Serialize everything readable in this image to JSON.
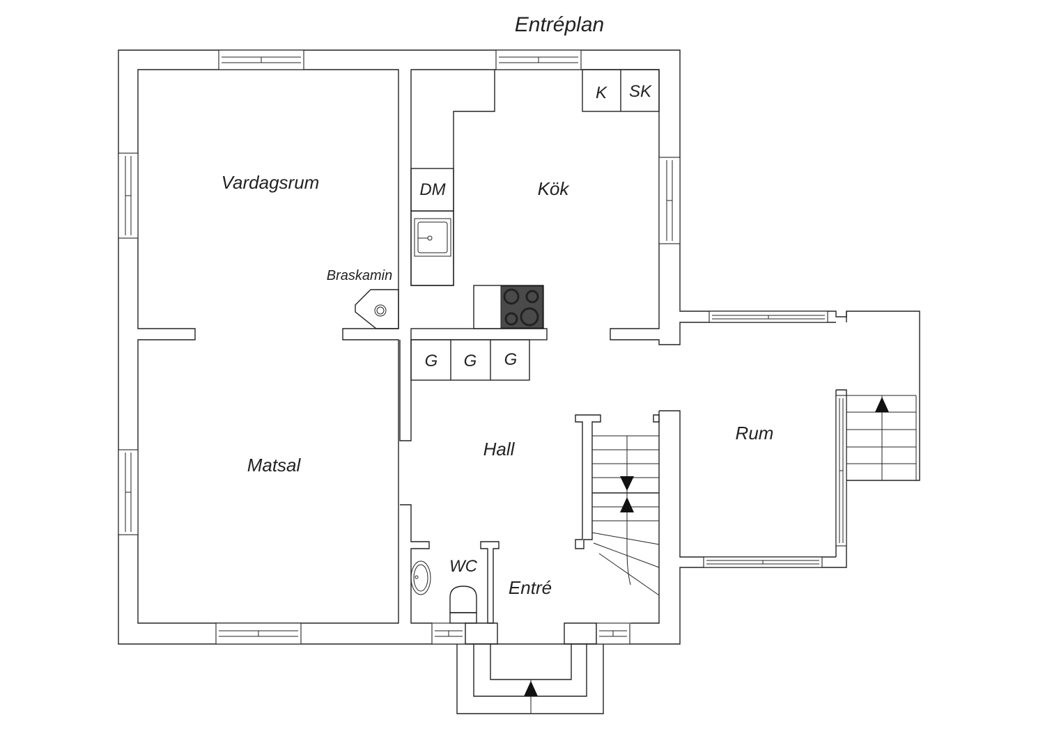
{
  "title": "Entréplan",
  "rooms": {
    "vardagsrum": "Vardagsrum",
    "kok": "Kök",
    "matsal": "Matsal",
    "hall": "Hall",
    "rum": "Rum",
    "entre": "Entré",
    "wc": "WC"
  },
  "fixtures": {
    "braskamin": "Braskamin",
    "dm": "DM",
    "k": "K",
    "sk": "SK",
    "g1": "G",
    "g2": "G",
    "g3": "G"
  },
  "colors": {
    "line": "#222222",
    "stove": "#4a4a4a",
    "background": "#ffffff"
  }
}
